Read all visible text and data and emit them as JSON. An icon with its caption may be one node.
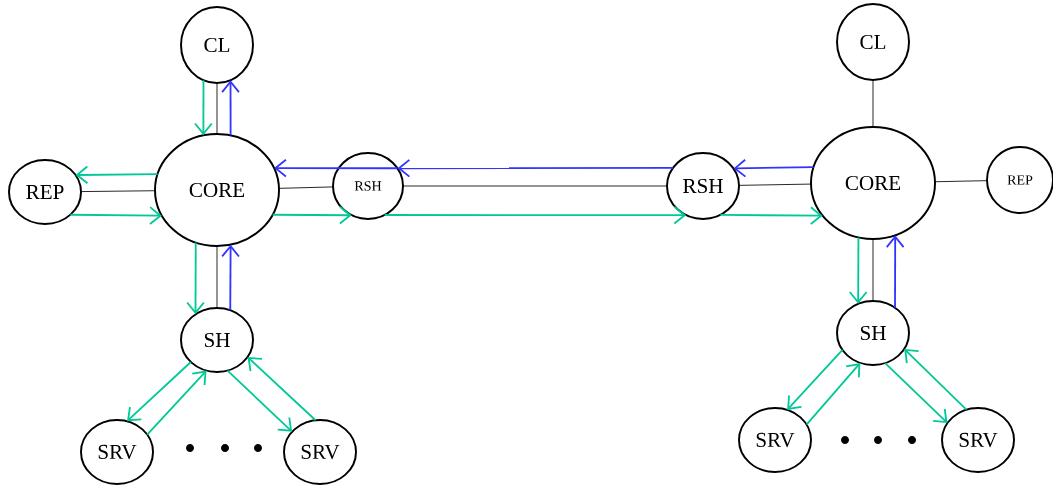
{
  "diagram": {
    "nodes": [
      {
        "text": [
          "CL"
        ]
      },
      {
        "text": [
          "REP"
        ]
      },
      {
        "text": [
          "CORE"
        ]
      },
      {
        "text": [
          "RSH"
        ]
      },
      {
        "text": [
          "SH"
        ]
      },
      {
        "text": [
          "SRV"
        ]
      },
      {
        "text": [
          "SRV"
        ]
      },
      {
        "text": [
          "CL"
        ]
      },
      {
        "text": [
          "RSH"
        ]
      },
      {
        "text": [
          "CORE"
        ]
      },
      {
        "text": [
          "REP"
        ]
      },
      {
        "text": [
          "SH"
        ]
      },
      {
        "text": [
          "SRV"
        ]
      },
      {
        "text": [
          "SRV"
        ]
      }
    ],
    "edges": [
      {
        "from": 0,
        "to": 2,
        "arrow": "none",
        "color": "#000000"
      },
      {
        "from": 1,
        "to": 2,
        "arrow": "none",
        "color": "#000000"
      },
      {
        "from": 2,
        "to": 3,
        "arrow": "none",
        "color": "#000000"
      },
      {
        "from": 2,
        "to": 4,
        "arrow": "none",
        "color": "#000000"
      },
      {
        "from": 3,
        "to": 8,
        "arrow": "none",
        "color": "#000000"
      },
      {
        "from": 7,
        "to": 9,
        "arrow": "none",
        "color": "#000000"
      },
      {
        "from": 8,
        "to": 9,
        "arrow": "none",
        "color": "#000000"
      },
      {
        "from": 9,
        "to": 10,
        "arrow": "none",
        "color": "#000000"
      },
      {
        "from": 9,
        "to": 11,
        "arrow": "none",
        "color": "#000000"
      },
      {
        "from": 0,
        "to": 2,
        "arrow": "to",
        "color": "#00c896"
      },
      {
        "from": 2,
        "to": 0,
        "arrow": "to",
        "color": "#3333ff"
      },
      {
        "from": 2,
        "to": 1,
        "arrow": "to",
        "color": "#00c896"
      },
      {
        "from": 1,
        "to": 2,
        "arrow": "to",
        "color": "#00c896"
      },
      {
        "from": 2,
        "to": 4,
        "arrow": "to",
        "color": "#00c896"
      },
      {
        "from": 4,
        "to": 2,
        "arrow": "to",
        "color": "#3333ff"
      },
      {
        "from": 3,
        "to": 2,
        "arrow": "to",
        "color": "#3333ff"
      },
      {
        "from": 2,
        "to": 3,
        "arrow": "to",
        "color": "#00c896"
      },
      {
        "from": 8,
        "to": 3,
        "arrow": "to",
        "color": "#3333ff"
      },
      {
        "from": 3,
        "to": 8,
        "arrow": "to",
        "color": "#00c896"
      },
      {
        "from": 9,
        "to": 8,
        "arrow": "to",
        "color": "#3333ff"
      },
      {
        "from": 8,
        "to": 9,
        "arrow": "to",
        "color": "#00c896"
      },
      {
        "from": 9,
        "to": 11,
        "arrow": "to",
        "color": "#00c896"
      },
      {
        "from": 11,
        "to": 9,
        "arrow": "to",
        "color": "#3333ff"
      },
      {
        "from": 4,
        "to": 5,
        "arrow": "to",
        "color": "#00c896"
      },
      {
        "from": 5,
        "to": 4,
        "arrow": "to",
        "color": "#00c896"
      },
      {
        "from": 4,
        "to": 6,
        "arrow": "to",
        "color": "#00c896"
      },
      {
        "from": 6,
        "to": 4,
        "arrow": "to",
        "color": "#00c896"
      },
      {
        "from": 11,
        "to": 12,
        "arrow": "to",
        "color": "#00c896"
      },
      {
        "from": 12,
        "to": 11,
        "arrow": "to",
        "color": "#00c896"
      },
      {
        "from": 11,
        "to": 13,
        "arrow": "to",
        "color": "#00c896"
      },
      {
        "from": 13,
        "to": 11,
        "arrow": "to",
        "color": "#00c896"
      }
    ]
  }
}
